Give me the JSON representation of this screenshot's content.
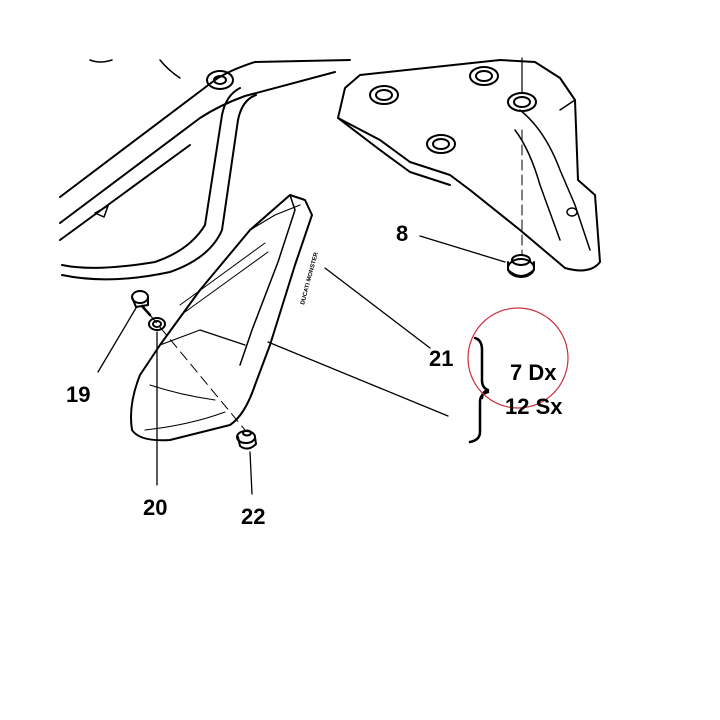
{
  "callouts": {
    "c8": "8",
    "c19": "19",
    "c20": "20",
    "c21": "21",
    "c22": "22",
    "right_side": "7 Dx",
    "left_side": "12 Sx"
  },
  "markings": {
    "brand_text": "DUCATI MONSTER"
  },
  "colors": {
    "line": "#000000",
    "highlight_circle": "#c8303c",
    "background": "#ffffff"
  }
}
